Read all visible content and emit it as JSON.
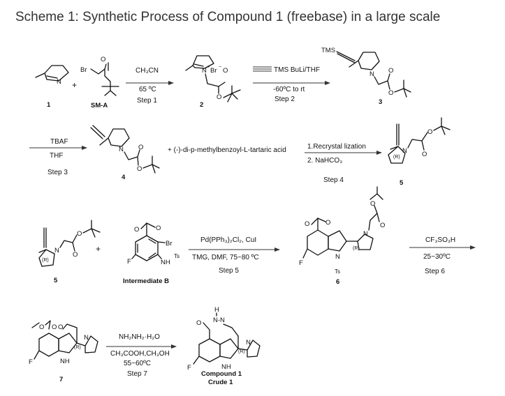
{
  "title": "Scheme 1: Synthetic Process of Compound 1 (freebase) in a large scale",
  "compounds": {
    "c1": "1",
    "sma": "SM-A",
    "c2": "2",
    "c3": "3",
    "c4": "4",
    "c5a": "5",
    "c5b": "5",
    "intB": "Intermediate B",
    "c6": "6",
    "c7": "7",
    "final1": "Compound 1",
    "final2": "Crude 1"
  },
  "atoms": {
    "N": "N",
    "Br": "Br",
    "Nplus": "N",
    "plus_sup": "+",
    "Br_minus": "Br",
    "minus_sup": "−",
    "O": "O",
    "TMS": "TMS",
    "R": "(R)",
    "NH": "NH",
    "Ts": "Ts",
    "F": "F",
    "H": "H",
    "NN": "N-N"
  },
  "plus": "+",
  "steps": {
    "s1": {
      "top": "CH₃CN",
      "mid": "65 ºC",
      "bottom": "Step 1"
    },
    "s2": {
      "reagent": "TMS  BuLi/THF",
      "mid": "-60ºC to rt",
      "bottom": "Step 2"
    },
    "s3": {
      "top": "TBAF",
      "mid": "THF",
      "bottom": "Step 3"
    },
    "s4": {
      "additive": "+ (-)-di-p-methylbenzoyl-L-tartaric acid",
      "top": "1.Recrystal lization",
      "mid": "2. NaHCO₃",
      "bottom": "Step 4"
    },
    "s5": {
      "top": "Pd(PPh₃)₂Cl₂, CuI",
      "mid": "TMG, DMF, 75~80 ºC",
      "bottom": "Step 5"
    },
    "s6": {
      "top": "CF₃SO₃H",
      "mid": "25~30ºC",
      "bottom": "Step 6"
    },
    "s7": {
      "top": "NH₂NH₂·H₂O",
      "mid": "CH₃COOH,CH₃OH",
      "mid2": "55~60ºC",
      "bottom": "Step 7"
    }
  }
}
